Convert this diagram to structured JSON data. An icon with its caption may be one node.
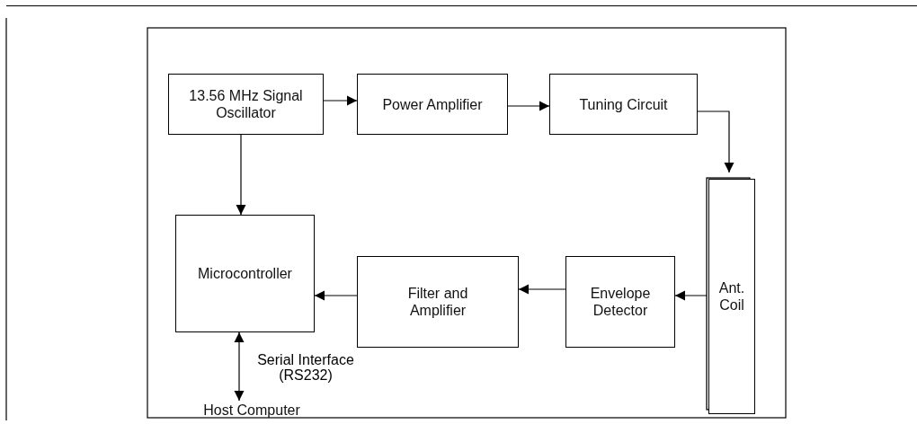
{
  "diagram": {
    "nodes": [
      {
        "text": [
          "13.56 MHz Signal Oscillator"
        ]
      },
      {
        "text": [
          "Power Amplifier"
        ]
      },
      {
        "text": [
          "Tuning Circuit"
        ]
      },
      {
        "text": [
          "Ant. Coil"
        ]
      },
      {
        "text": [
          "Envelope Detector"
        ]
      },
      {
        "text": [
          "Filter and Amplifier"
        ]
      },
      {
        "text": [
          "Microcontroller"
        ]
      },
      {
        "text": [
          "Host Computer"
        ]
      }
    ],
    "edges": [
      {
        "from": 0,
        "to": 1,
        "arrow": "to"
      },
      {
        "from": 1,
        "to": 2,
        "arrow": "to"
      },
      {
        "from": 2,
        "to": 3,
        "arrow": "to"
      },
      {
        "from": 0,
        "to": 6,
        "arrow": "to"
      },
      {
        "from": 3,
        "to": 4,
        "arrow": "to"
      },
      {
        "from": 4,
        "to": 5,
        "arrow": "to"
      },
      {
        "from": 5,
        "to": 6,
        "arrow": "to"
      },
      {
        "from": 6,
        "to": 7,
        "arrow": "both",
        "label": "Serial Interface (RS232)"
      }
    ]
  }
}
